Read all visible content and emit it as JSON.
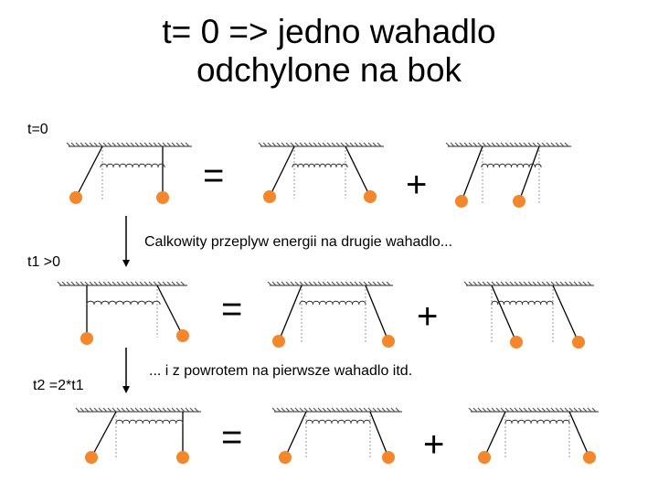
{
  "title_line1": "t= 0 => jedno wahadlo",
  "title_line2": "odchylone na bok",
  "labels": {
    "t0": "t=0",
    "t1": "t1 >0",
    "t2": "t2 =2*t1"
  },
  "captions": {
    "transfer": "Calkowity przeplyw energii na drugie wahadlo...",
    "return": "... i z powrotem na pierwsze wahadlo itd."
  },
  "operators": {
    "equals": "=",
    "plus": "+"
  },
  "colors": {
    "bob": "#f5872a",
    "line": "#000000",
    "ceiling": "#555555",
    "spring": "#333333",
    "guide": "#999999"
  }
}
